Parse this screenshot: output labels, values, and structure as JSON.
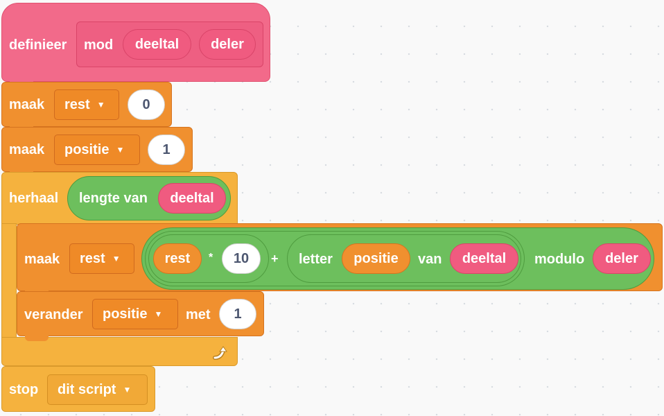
{
  "define": {
    "keyword": "definieer",
    "proc_name": "mod",
    "param1": "deeltal",
    "param2": "deler"
  },
  "set_rest": {
    "keyword": "maak",
    "variable": "rest",
    "value": "0"
  },
  "set_positie": {
    "keyword": "maak",
    "variable": "positie",
    "value": "1"
  },
  "repeat": {
    "keyword": "herhaal",
    "condition": {
      "label": "lengte van",
      "arg": "deeltal"
    },
    "loop_icon": "loop-arrow-icon"
  },
  "inner_set": {
    "keyword": "maak",
    "variable": "rest",
    "expr": {
      "rest": "rest",
      "times": "*",
      "ten": "10",
      "plus": "+",
      "letter": "letter",
      "positie": "positie",
      "van": "van",
      "deeltal": "deeltal",
      "modulo": "modulo",
      "deler": "deler"
    }
  },
  "change": {
    "keyword": "verander",
    "variable": "positie",
    "met": "met",
    "value": "1"
  },
  "stop": {
    "keyword": "stop",
    "option": "dit script"
  },
  "colors": {
    "define": "#f26a8a",
    "variables": "#f0902f",
    "control": "#f5b23e",
    "operators": "#6dbf5d",
    "param": "#f05b80",
    "background": "#f9f9f9"
  }
}
